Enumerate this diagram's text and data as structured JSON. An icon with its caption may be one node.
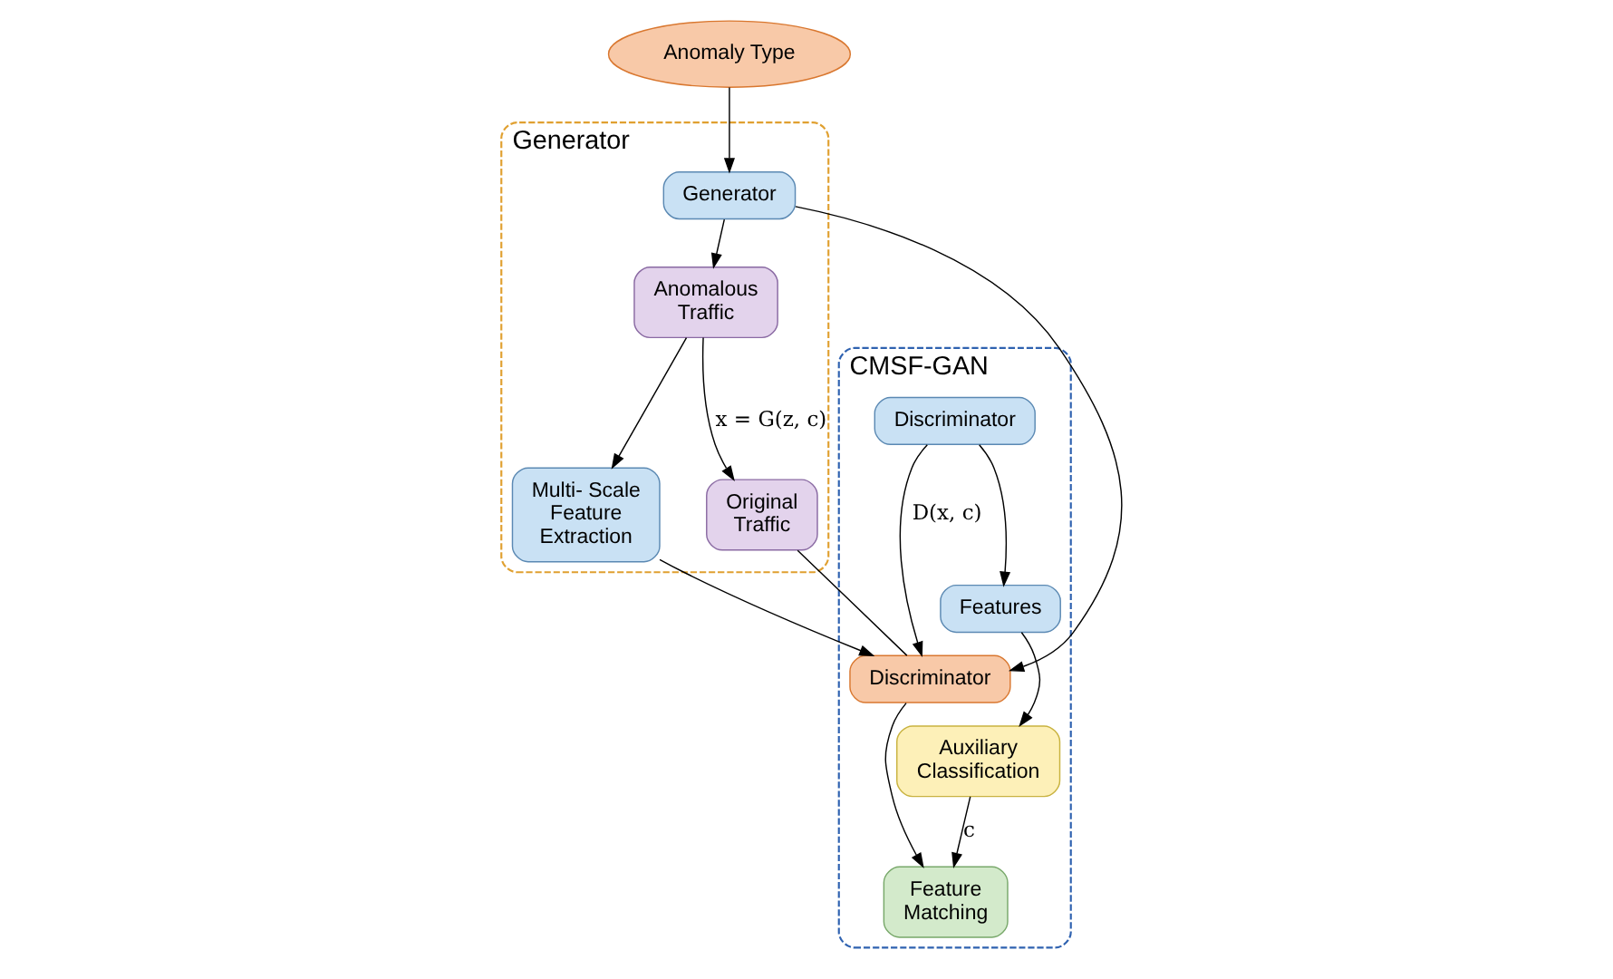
{
  "diagram": {
    "nodes": [
      {
        "text": [
          "Anomaly Type"
        ]
      },
      {
        "text": [
          "Generator"
        ]
      },
      {
        "text": [
          "Generator"
        ],
        "in": 1
      },
      {
        "text": [
          "Anomalous Traffic"
        ],
        "in": 1
      },
      {
        "text": [
          "Multi- Scale Feature Extraction"
        ],
        "in": 1
      },
      {
        "text": [
          "Original Traffic"
        ],
        "in": 1
      },
      {
        "text": [
          "CMSF-GAN"
        ]
      },
      {
        "text": [
          "Discriminator"
        ],
        "in": 6
      },
      {
        "text": [
          "Features"
        ],
        "in": 6
      },
      {
        "text": [
          "Discriminator"
        ],
        "in": 6
      },
      {
        "text": [
          "Auxiliary Classification"
        ],
        "in": 6
      },
      {
        "text": [
          "Feature Matching"
        ],
        "in": 6
      }
    ],
    "edges": [
      {
        "from": 0,
        "to": 2,
        "arrow": "to"
      },
      {
        "from": 2,
        "to": 3,
        "arrow": "to"
      },
      {
        "from": 3,
        "to": 4,
        "arrow": "to"
      },
      {
        "from": 3,
        "to": 5,
        "arrow": "to",
        "label": "x = G(z, c)"
      },
      {
        "from": 2,
        "to": 9,
        "arrow": "to"
      },
      {
        "from": 4,
        "to": 9,
        "arrow": "to"
      },
      {
        "from": 5,
        "to": 9,
        "arrow": "none"
      },
      {
        "from": 7,
        "to": 8,
        "arrow": "to"
      },
      {
        "from": 7,
        "to": 9,
        "arrow": "to",
        "label": "D(x, c)"
      },
      {
        "from": 8,
        "to": 10,
        "arrow": "to"
      },
      {
        "from": 9,
        "to": 11,
        "arrow": "to"
      },
      {
        "from": 10,
        "to": 11,
        "arrow": "to",
        "label": "c"
      }
    ]
  }
}
